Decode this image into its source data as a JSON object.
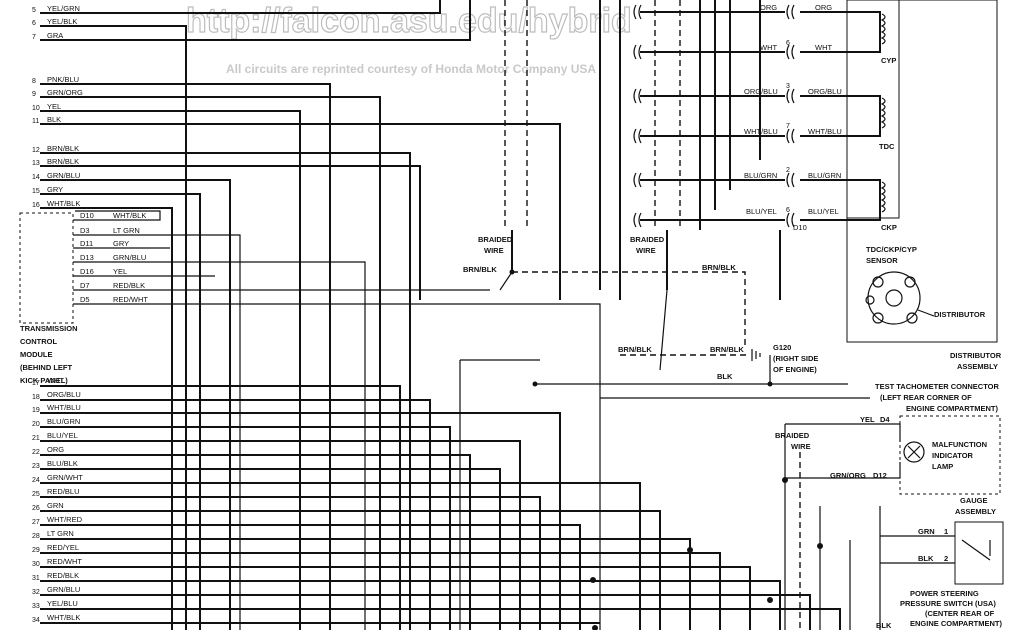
{
  "watermark": {
    "url": "http://falcon.asu.edu/hybrid",
    "credit": "All circuits are reprinted courtesy of Honda Motor Company USA"
  },
  "left_wires_top": [
    {
      "num": "5",
      "label": "YEL/GRN"
    },
    {
      "num": "6",
      "label": "YEL/BLK"
    },
    {
      "num": "7",
      "label": "GRA"
    },
    {
      "num": "8",
      "label": "PNK/BLU"
    },
    {
      "num": "9",
      "label": "GRN/ORG"
    },
    {
      "num": "10",
      "label": "YEL"
    },
    {
      "num": "11",
      "label": "BLK"
    },
    {
      "num": "12",
      "label": "BRN/BLK"
    },
    {
      "num": "13",
      "label": "BRN/BLK"
    },
    {
      "num": "14",
      "label": "GRN/BLU"
    },
    {
      "num": "15",
      "label": "GRY"
    },
    {
      "num": "16",
      "label": "WHT/BLK"
    }
  ],
  "tcm": {
    "pins": [
      {
        "pin": "D10",
        "label": "WHT/BLK"
      },
      {
        "pin": "D3",
        "label": "LT GRN"
      },
      {
        "pin": "D11",
        "label": "GRY"
      },
      {
        "pin": "D13",
        "label": "GRN/BLU"
      },
      {
        "pin": "D16",
        "label": "YEL"
      },
      {
        "pin": "D7",
        "label": "RED/BLK"
      },
      {
        "pin": "D5",
        "label": "RED/WHT"
      }
    ],
    "caption": [
      "TRANSMISSION",
      "CONTROL",
      "MODULE",
      "(BEHIND LEFT",
      "KICK PANEL)"
    ]
  },
  "left_wires_bottom": [
    {
      "num": "17",
      "label": "WHT"
    },
    {
      "num": "18",
      "label": "ORG/BLU"
    },
    {
      "num": "19",
      "label": "WHT/BLU"
    },
    {
      "num": "20",
      "label": "BLU/GRN"
    },
    {
      "num": "21",
      "label": "BLU/YEL"
    },
    {
      "num": "22",
      "label": "ORG"
    },
    {
      "num": "23",
      "label": "BLU/BLK"
    },
    {
      "num": "24",
      "label": "GRN/WHT"
    },
    {
      "num": "25",
      "label": "RED/BLU"
    },
    {
      "num": "26",
      "label": "GRN"
    },
    {
      "num": "27",
      "label": "WHT/RED"
    },
    {
      "num": "28",
      "label": "LT GRN"
    },
    {
      "num": "29",
      "label": "RED/YEL"
    },
    {
      "num": "30",
      "label": "RED/WHT"
    },
    {
      "num": "31",
      "label": "RED/BLK"
    },
    {
      "num": "32",
      "label": "GRN/BLU"
    },
    {
      "num": "33",
      "label": "YEL/BLU"
    },
    {
      "num": "34",
      "label": "WHT/BLK"
    }
  ],
  "sensor_wires": [
    {
      "pin": "",
      "left": "ORG",
      "right": "ORG"
    },
    {
      "pin": "6",
      "left": "WHT",
      "right": "WHT"
    },
    {
      "pin": "3",
      "left": "ORG/BLU",
      "right": "ORG/BLU"
    },
    {
      "pin": "7",
      "left": "WHT/BLU",
      "right": "WHT/BLU"
    },
    {
      "pin": "2",
      "left": "BLU/GRN",
      "right": "BLU/GRN"
    },
    {
      "pin": "6",
      "left": "BLU/YEL",
      "right": "BLU/YEL"
    }
  ],
  "coil_labels": [
    "CYP",
    "TDC",
    "CKP"
  ],
  "connector_d10": "D10",
  "sensor_caption": [
    "TDC/CKP/CYP",
    "SENSOR"
  ],
  "distributor": "DISTRIBUTOR",
  "distributor_assembly": [
    "DISTRIBUTOR",
    "ASSEMBLY"
  ],
  "braided_wire_1": [
    "BRAIDED",
    "WIRE"
  ],
  "braided_wire_2": [
    "BRAIDED",
    "WIRE"
  ],
  "braided_wire_3": [
    "BRAIDED",
    "WIRE"
  ],
  "ground": {
    "brn_blk_1": "BRN/BLK",
    "brn_blk_2": "BRN/BLK",
    "brn_blk_3": "BRN/BLK",
    "brn_blk_4": "BRN/BLK",
    "blk": "BLK",
    "g120": "G120",
    "g120_note": [
      "(RIGHT SIDE",
      "OF ENGINE)"
    ]
  },
  "tach": {
    "title": "TEST TACHOMETER CONNECTOR",
    "note": [
      "(LEFT REAR CORNER OF",
      "ENGINE COMPARTMENT)"
    ]
  },
  "mil": {
    "wire1": "YEL",
    "pin1": "D4",
    "wire2": "GRN/ORG",
    "pin2": "D12",
    "caption": [
      "MALFUNCTION",
      "INDICATOR",
      "LAMP"
    ],
    "gauge": [
      "GAUGE",
      "ASSEMBLY"
    ]
  },
  "ps_switch": {
    "wire1": "GRN",
    "pin1": "1",
    "wire2": "BLK",
    "pin2": "2",
    "caption": [
      "POWER STEERING",
      "PRESSURE SWITCH (USA)",
      "(CENTER REAR OF",
      "ENGINE COMPARTMENT)"
    ],
    "bottom_wire": "BLK"
  }
}
